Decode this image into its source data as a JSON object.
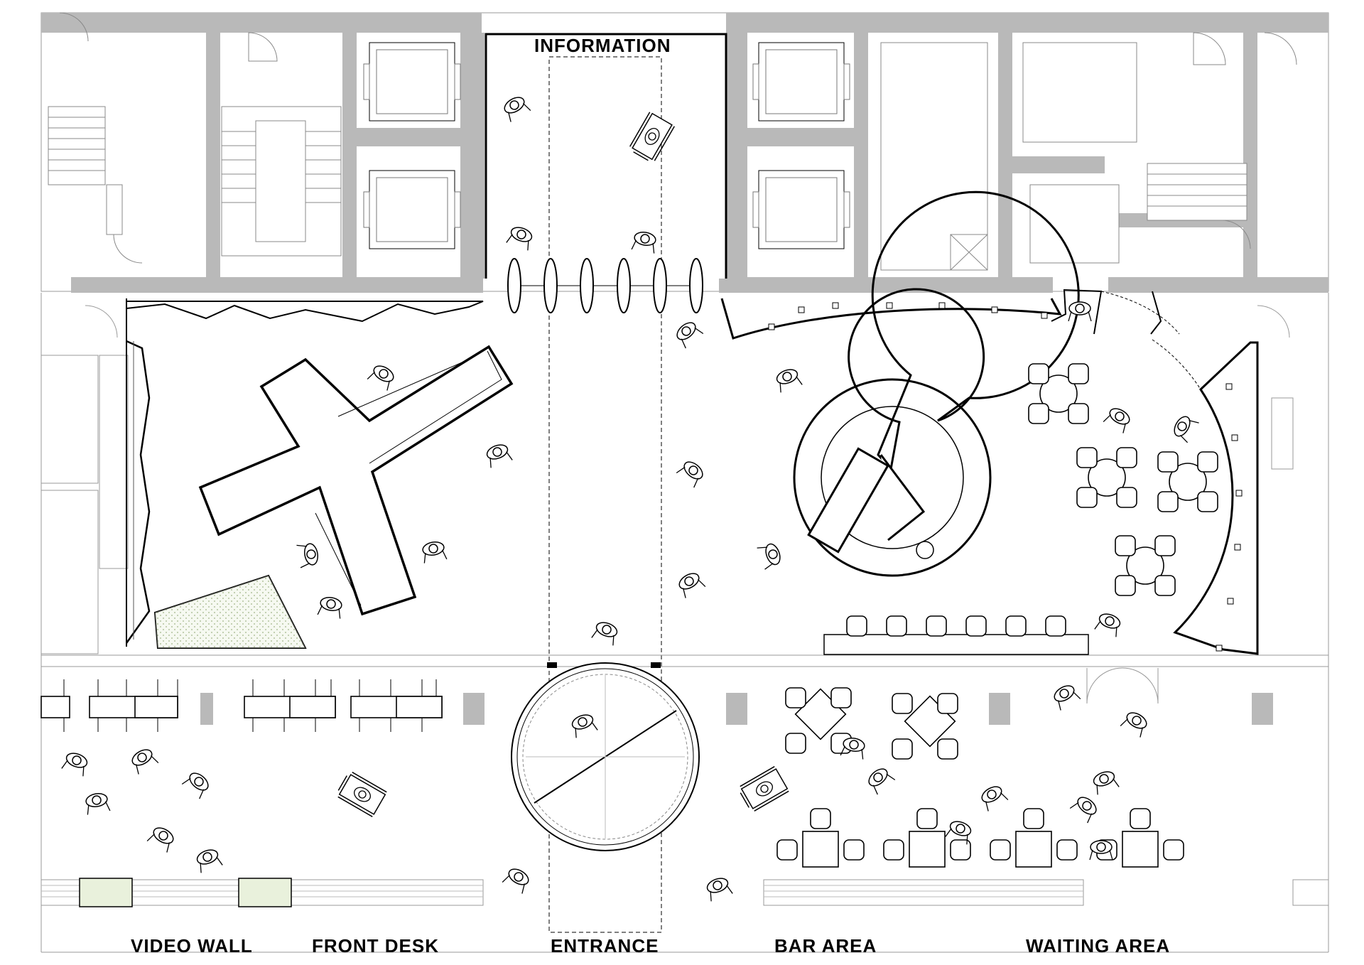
{
  "labels": {
    "information": "INFORMATION",
    "video_wall": "VIDEO WALL",
    "front_desk": "FRONT DESK",
    "entrance": "ENTRANCE",
    "bar_area": "BAR AREA",
    "waiting_area": "WAITING AREA"
  },
  "colors": {
    "wall": "#b9b9b9",
    "line": "#000000",
    "thin_line": "#9a9a9a",
    "planter_fill": "#e9f1dc",
    "background": "#ffffff"
  }
}
